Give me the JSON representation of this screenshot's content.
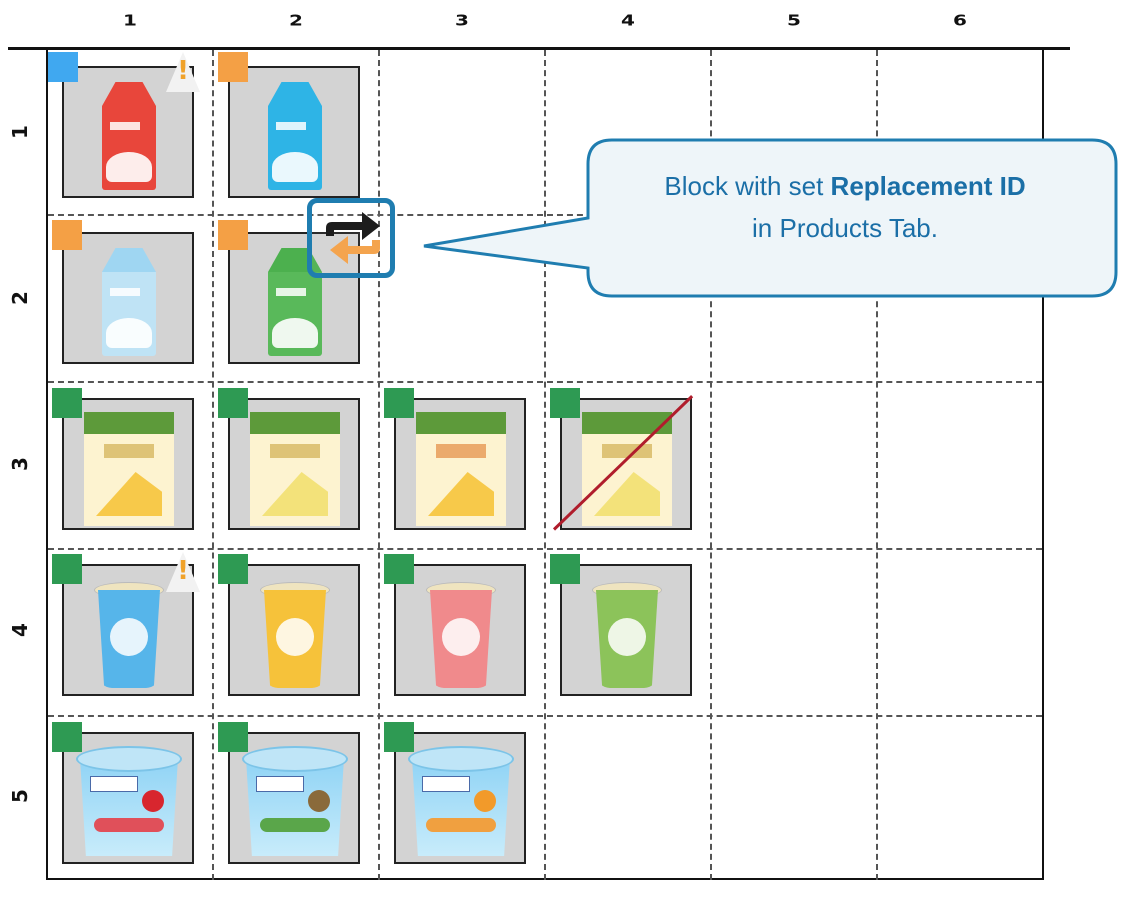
{
  "columns": [
    "1",
    "2",
    "3",
    "4",
    "5",
    "6"
  ],
  "rows": [
    "1",
    "2",
    "3",
    "4",
    "5"
  ],
  "colors": {
    "tag_blue": "#40a8f0",
    "tag_orange": "#f4a045",
    "tag_green": "#2e9a53",
    "callout_border": "#1f7db0",
    "callout_text": "#1b6fa7",
    "callout_fill": "#eef5f9",
    "strike_red": "#b01d2c",
    "warning": "#f0a22a"
  },
  "blocks": [
    {
      "row": "1",
      "col": "1",
      "tag": "blue",
      "product": "milk-carton-red",
      "warning": true
    },
    {
      "row": "1",
      "col": "2",
      "tag": "orange",
      "product": "milk-carton-cyan"
    },
    {
      "row": "2",
      "col": "1",
      "tag": "orange",
      "product": "milk-carton-lightblue"
    },
    {
      "row": "2",
      "col": "2",
      "tag": "orange",
      "product": "milk-carton-green",
      "replacement": true
    },
    {
      "row": "3",
      "col": "1",
      "tag": "green",
      "product": "cheese-pack"
    },
    {
      "row": "3",
      "col": "2",
      "tag": "green",
      "product": "cheese-pack"
    },
    {
      "row": "3",
      "col": "3",
      "tag": "green",
      "product": "cheese-pack"
    },
    {
      "row": "3",
      "col": "4",
      "tag": "green",
      "product": "cheese-pack",
      "crossed_out": true
    },
    {
      "row": "4",
      "col": "1",
      "tag": "green",
      "product": "yogurt-cup-blue",
      "warning": true
    },
    {
      "row": "4",
      "col": "2",
      "tag": "green",
      "product": "yogurt-cup-yellow"
    },
    {
      "row": "4",
      "col": "3",
      "tag": "green",
      "product": "yogurt-cup-pink"
    },
    {
      "row": "4",
      "col": "4",
      "tag": "green",
      "product": "yogurt-cup-green"
    },
    {
      "row": "5",
      "col": "1",
      "tag": "green",
      "product": "yogurt-tub-cherry"
    },
    {
      "row": "5",
      "col": "2",
      "tag": "green",
      "product": "yogurt-tub-kiwi"
    },
    {
      "row": "5",
      "col": "3",
      "tag": "green",
      "product": "yogurt-tub-apricot"
    }
  ],
  "icons": {
    "warning": "warning-icon",
    "replacement": "replacement-arrows-icon"
  },
  "callout": {
    "line1_prefix": "Block with set ",
    "line1_bold": "Replacement ID",
    "line2": "in Products Tab."
  }
}
